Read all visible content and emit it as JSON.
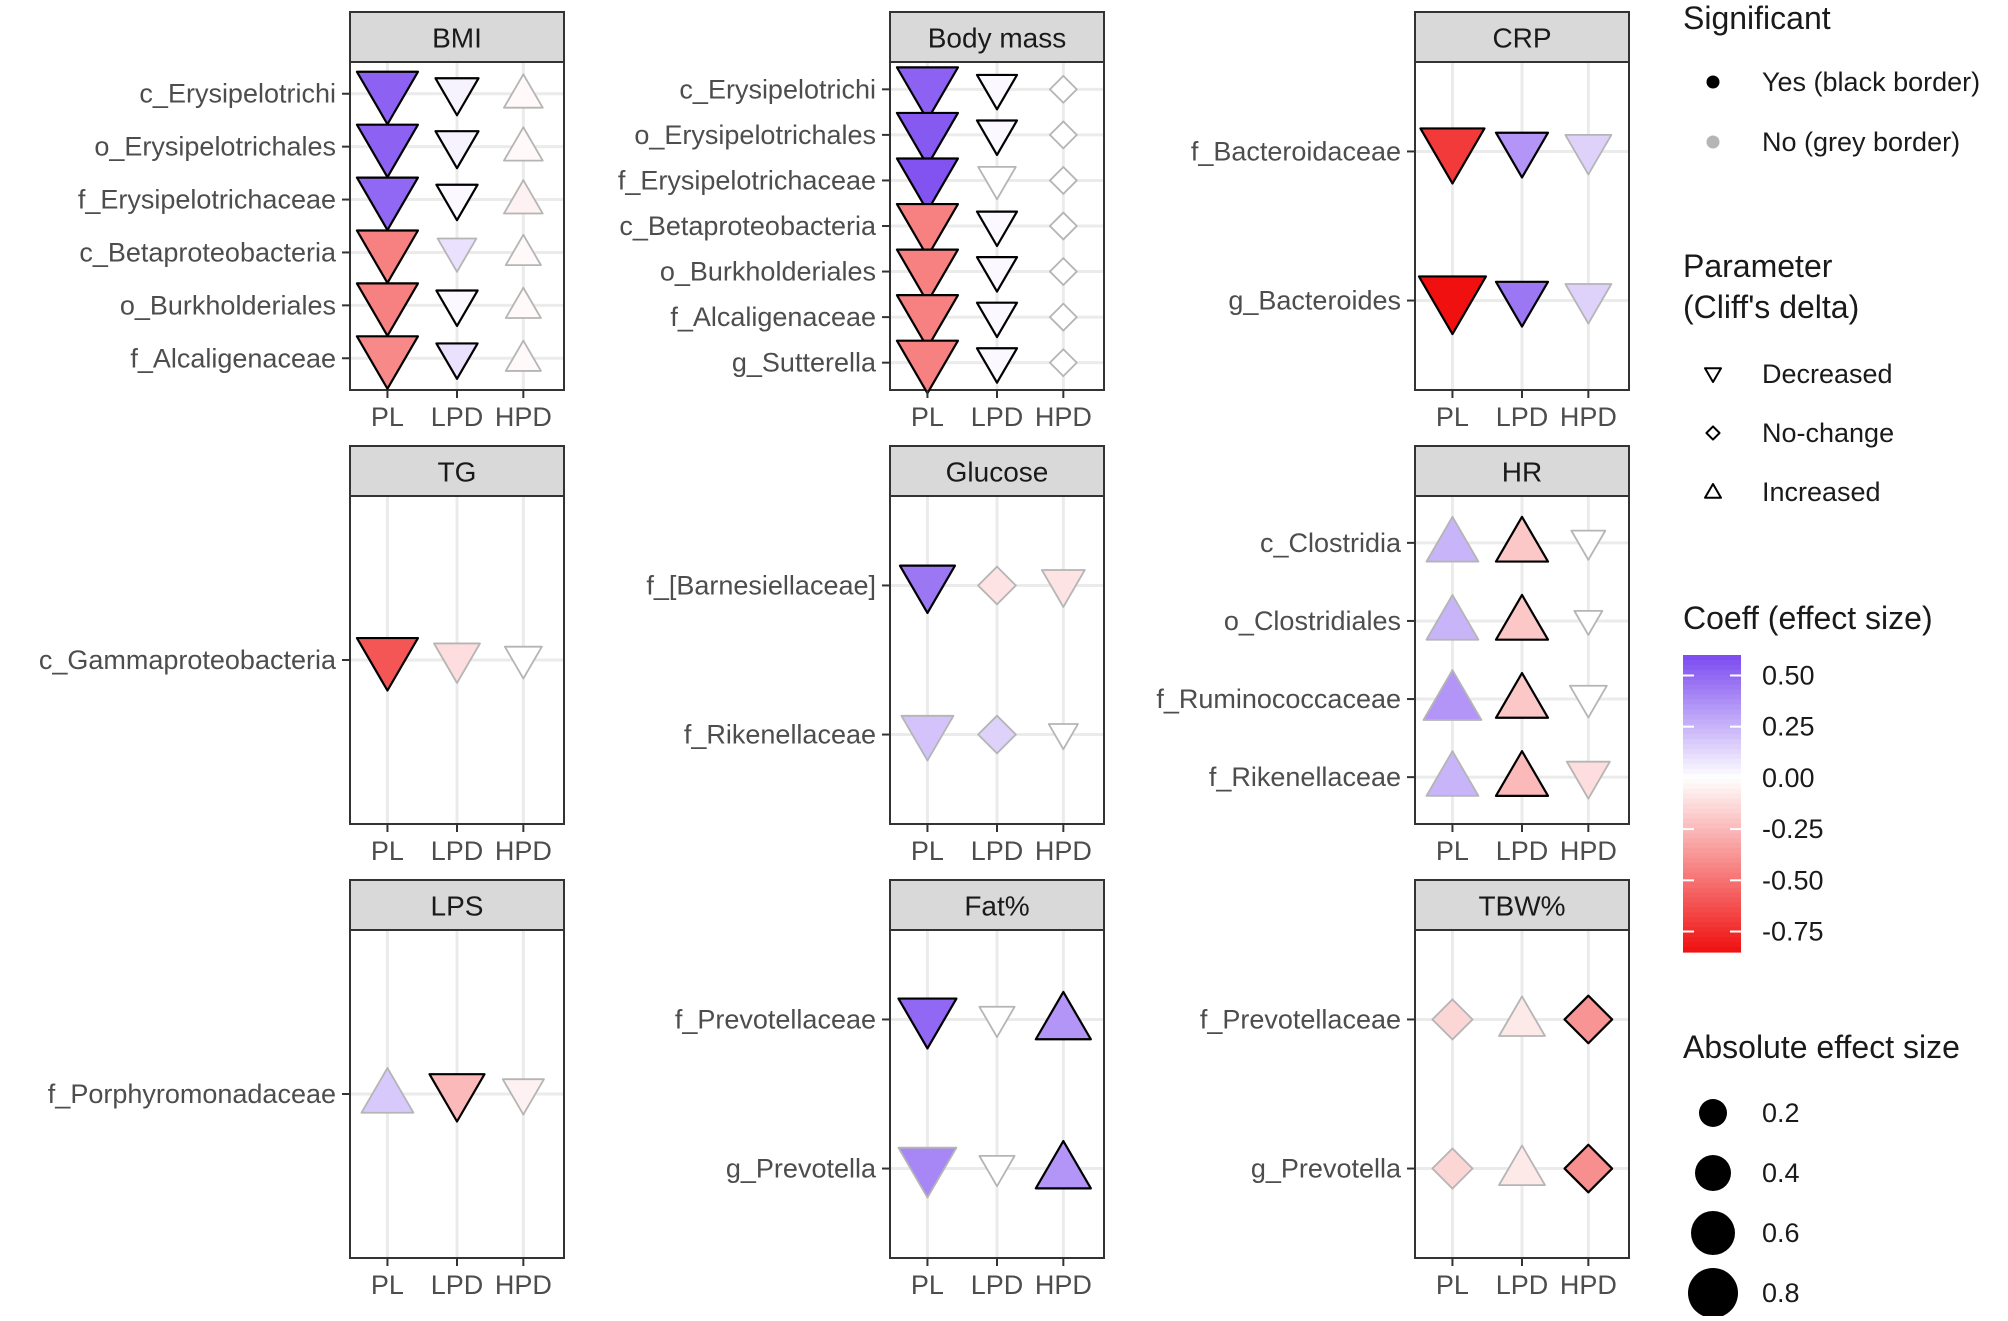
{
  "chart_data": {
    "type": "scatter",
    "encoding": {
      "shape": "direction",
      "fill": "coeff",
      "size": "abs_effect",
      "border": "significant"
    },
    "x_categories": [
      "PL",
      "LPD",
      "HPD"
    ],
    "facets": [
      {
        "title": "BMI",
        "rows": [
          {
            "label": "c_Erysipelotrichi",
            "points": [
              {
                "dir": "Decreased",
                "coeff": 0.52,
                "abs_effect": 0.75,
                "sig": true
              },
              {
                "dir": "Decreased",
                "coeff": 0.04,
                "abs_effect": 0.45,
                "sig": true
              },
              {
                "dir": "Increased",
                "coeff": -0.02,
                "abs_effect": 0.38,
                "sig": false
              }
            ]
          },
          {
            "label": "o_Erysipelotrichales",
            "points": [
              {
                "dir": "Decreased",
                "coeff": 0.52,
                "abs_effect": 0.75,
                "sig": true
              },
              {
                "dir": "Decreased",
                "coeff": 0.04,
                "abs_effect": 0.45,
                "sig": true
              },
              {
                "dir": "Increased",
                "coeff": -0.02,
                "abs_effect": 0.38,
                "sig": false
              }
            ]
          },
          {
            "label": "f_Erysipelotrichaceae",
            "points": [
              {
                "dir": "Decreased",
                "coeff": 0.5,
                "abs_effect": 0.75,
                "sig": true
              },
              {
                "dir": "Decreased",
                "coeff": 0.02,
                "abs_effect": 0.42,
                "sig": true
              },
              {
                "dir": "Increased",
                "coeff": -0.05,
                "abs_effect": 0.38,
                "sig": false
              }
            ]
          },
          {
            "label": "c_Betaproteobacteria",
            "points": [
              {
                "dir": "Decreased",
                "coeff": -0.45,
                "abs_effect": 0.75,
                "sig": true
              },
              {
                "dir": "Decreased",
                "coeff": 0.1,
                "abs_effect": 0.38,
                "sig": false
              },
              {
                "dir": "Increased",
                "coeff": -0.02,
                "abs_effect": 0.32,
                "sig": false
              }
            ]
          },
          {
            "label": "o_Burkholderiales",
            "points": [
              {
                "dir": "Decreased",
                "coeff": -0.45,
                "abs_effect": 0.75,
                "sig": true
              },
              {
                "dir": "Decreased",
                "coeff": 0.02,
                "abs_effect": 0.42,
                "sig": true
              },
              {
                "dir": "Increased",
                "coeff": -0.02,
                "abs_effect": 0.32,
                "sig": false
              }
            ]
          },
          {
            "label": "f_Alcaligenaceae",
            "points": [
              {
                "dir": "Decreased",
                "coeff": -0.42,
                "abs_effect": 0.75,
                "sig": true
              },
              {
                "dir": "Decreased",
                "coeff": 0.1,
                "abs_effect": 0.42,
                "sig": true
              },
              {
                "dir": "Increased",
                "coeff": -0.02,
                "abs_effect": 0.32,
                "sig": false
              }
            ]
          }
        ]
      },
      {
        "title": "Body mass",
        "rows": [
          {
            "label": "c_Erysipelotrichi",
            "points": [
              {
                "dir": "Decreased",
                "coeff": 0.52,
                "abs_effect": 0.75,
                "sig": true
              },
              {
                "dir": "Decreased",
                "coeff": 0.02,
                "abs_effect": 0.4,
                "sig": true
              },
              {
                "dir": "No-change",
                "coeff": 0.0,
                "abs_effect": 0.28,
                "sig": false
              }
            ]
          },
          {
            "label": "o_Erysipelotrichales",
            "points": [
              {
                "dir": "Decreased",
                "coeff": 0.55,
                "abs_effect": 0.75,
                "sig": true
              },
              {
                "dir": "Decreased",
                "coeff": 0.02,
                "abs_effect": 0.4,
                "sig": true
              },
              {
                "dir": "No-change",
                "coeff": 0.0,
                "abs_effect": 0.28,
                "sig": false
              }
            ]
          },
          {
            "label": "f_Erysipelotrichaceae",
            "points": [
              {
                "dir": "Decreased",
                "coeff": 0.57,
                "abs_effect": 0.75,
                "sig": true
              },
              {
                "dir": "Decreased",
                "coeff": 0.0,
                "abs_effect": 0.36,
                "sig": false
              },
              {
                "dir": "No-change",
                "coeff": 0.0,
                "abs_effect": 0.28,
                "sig": false
              }
            ]
          },
          {
            "label": "c_Betaproteobacteria",
            "points": [
              {
                "dir": "Decreased",
                "coeff": -0.45,
                "abs_effect": 0.75,
                "sig": true
              },
              {
                "dir": "Decreased",
                "coeff": 0.02,
                "abs_effect": 0.4,
                "sig": true
              },
              {
                "dir": "No-change",
                "coeff": 0.0,
                "abs_effect": 0.28,
                "sig": false
              }
            ]
          },
          {
            "label": "o_Burkholderiales",
            "points": [
              {
                "dir": "Decreased",
                "coeff": -0.45,
                "abs_effect": 0.75,
                "sig": true
              },
              {
                "dir": "Decreased",
                "coeff": 0.02,
                "abs_effect": 0.4,
                "sig": true
              },
              {
                "dir": "No-change",
                "coeff": 0.0,
                "abs_effect": 0.28,
                "sig": false
              }
            ]
          },
          {
            "label": "f_Alcaligenaceae",
            "points": [
              {
                "dir": "Decreased",
                "coeff": -0.45,
                "abs_effect": 0.75,
                "sig": true
              },
              {
                "dir": "Decreased",
                "coeff": 0.02,
                "abs_effect": 0.4,
                "sig": true
              },
              {
                "dir": "No-change",
                "coeff": 0.0,
                "abs_effect": 0.28,
                "sig": false
              }
            ]
          },
          {
            "label": "g_Sutterella",
            "points": [
              {
                "dir": "Decreased",
                "coeff": -0.45,
                "abs_effect": 0.75,
                "sig": true
              },
              {
                "dir": "Decreased",
                "coeff": 0.02,
                "abs_effect": 0.4,
                "sig": true
              },
              {
                "dir": "No-change",
                "coeff": 0.0,
                "abs_effect": 0.28,
                "sig": false
              }
            ]
          }
        ]
      },
      {
        "title": "CRP",
        "rows": [
          {
            "label": "f_Bacteroidaceae",
            "points": [
              {
                "dir": "Decreased",
                "coeff": -0.7,
                "abs_effect": 0.8,
                "sig": true
              },
              {
                "dir": "Decreased",
                "coeff": 0.35,
                "abs_effect": 0.6,
                "sig": true
              },
              {
                "dir": "Decreased",
                "coeff": 0.15,
                "abs_effect": 0.5,
                "sig": false
              }
            ]
          },
          {
            "label": "g_Bacteroides",
            "points": [
              {
                "dir": "Decreased",
                "coeff": -0.85,
                "abs_effect": 0.85,
                "sig": true
              },
              {
                "dir": "Decreased",
                "coeff": 0.45,
                "abs_effect": 0.6,
                "sig": true
              },
              {
                "dir": "Decreased",
                "coeff": 0.15,
                "abs_effect": 0.5,
                "sig": false
              }
            ]
          }
        ]
      },
      {
        "title": "TG",
        "rows": [
          {
            "label": "c_Gammaproteobacteria",
            "points": [
              {
                "dir": "Decreased",
                "coeff": -0.6,
                "abs_effect": 0.75,
                "sig": true
              },
              {
                "dir": "Decreased",
                "coeff": -0.12,
                "abs_effect": 0.5,
                "sig": false
              },
              {
                "dir": "Decreased",
                "coeff": 0.0,
                "abs_effect": 0.35,
                "sig": false
              }
            ]
          }
        ]
      },
      {
        "title": "Glucose",
        "rows": [
          {
            "label": "f_[Barnesiellaceae]",
            "points": [
              {
                "dir": "Decreased",
                "coeff": 0.45,
                "abs_effect": 0.65,
                "sig": true
              },
              {
                "dir": "No-change",
                "coeff": -0.1,
                "abs_effect": 0.5,
                "sig": false
              },
              {
                "dir": "Decreased",
                "coeff": -0.1,
                "abs_effect": 0.45,
                "sig": false
              }
            ]
          },
          {
            "label": "f_Rikenellaceae",
            "points": [
              {
                "dir": "Decreased",
                "coeff": 0.2,
                "abs_effect": 0.6,
                "sig": false
              },
              {
                "dir": "No-change",
                "coeff": 0.15,
                "abs_effect": 0.5,
                "sig": false
              },
              {
                "dir": "Decreased",
                "coeff": 0.0,
                "abs_effect": 0.22,
                "sig": false
              }
            ]
          }
        ]
      },
      {
        "title": "HR",
        "rows": [
          {
            "label": "c_Clostridia",
            "points": [
              {
                "dir": "Increased",
                "coeff": 0.25,
                "abs_effect": 0.6,
                "sig": false
              },
              {
                "dir": "Increased",
                "coeff": -0.2,
                "abs_effect": 0.6,
                "sig": true
              },
              {
                "dir": "Decreased",
                "coeff": 0.0,
                "abs_effect": 0.3,
                "sig": false
              }
            ]
          },
          {
            "label": "o_Clostridiales",
            "points": [
              {
                "dir": "Increased",
                "coeff": 0.25,
                "abs_effect": 0.6,
                "sig": false
              },
              {
                "dir": "Increased",
                "coeff": -0.2,
                "abs_effect": 0.6,
                "sig": true
              },
              {
                "dir": "Decreased",
                "coeff": 0.0,
                "abs_effect": 0.2,
                "sig": false
              }
            ]
          },
          {
            "label": "f_Ruminococcaceae",
            "points": [
              {
                "dir": "Increased",
                "coeff": 0.35,
                "abs_effect": 0.7,
                "sig": false
              },
              {
                "dir": "Increased",
                "coeff": -0.2,
                "abs_effect": 0.6,
                "sig": true
              },
              {
                "dir": "Decreased",
                "coeff": 0.0,
                "abs_effect": 0.35,
                "sig": false
              }
            ]
          },
          {
            "label": "f_Rikenellaceae",
            "points": [
              {
                "dir": "Increased",
                "coeff": 0.25,
                "abs_effect": 0.6,
                "sig": false
              },
              {
                "dir": "Increased",
                "coeff": -0.25,
                "abs_effect": 0.6,
                "sig": true
              },
              {
                "dir": "Decreased",
                "coeff": -0.12,
                "abs_effect": 0.45,
                "sig": false
              }
            ]
          }
        ]
      },
      {
        "title": "LPS",
        "rows": [
          {
            "label": "f_Porphyromonadaceae",
            "points": [
              {
                "dir": "Increased",
                "coeff": 0.18,
                "abs_effect": 0.6,
                "sig": false
              },
              {
                "dir": "Decreased",
                "coeff": -0.25,
                "abs_effect": 0.65,
                "sig": true
              },
              {
                "dir": "Decreased",
                "coeff": -0.05,
                "abs_effect": 0.42,
                "sig": false
              }
            ]
          }
        ]
      },
      {
        "title": "Fat%",
        "rows": [
          {
            "label": "f_Prevotellaceae",
            "points": [
              {
                "dir": "Decreased",
                "coeff": 0.5,
                "abs_effect": 0.7,
                "sig": true
              },
              {
                "dir": "Decreased",
                "coeff": 0.0,
                "abs_effect": 0.32,
                "sig": false
              },
              {
                "dir": "Increased",
                "coeff": 0.35,
                "abs_effect": 0.65,
                "sig": true
              }
            ]
          },
          {
            "label": "g_Prevotella",
            "points": [
              {
                "dir": "Decreased",
                "coeff": 0.4,
                "abs_effect": 0.7,
                "sig": false
              },
              {
                "dir": "Decreased",
                "coeff": 0.0,
                "abs_effect": 0.32,
                "sig": false
              },
              {
                "dir": "Increased",
                "coeff": 0.35,
                "abs_effect": 0.65,
                "sig": true
              }
            ]
          }
        ]
      },
      {
        "title": "TBW%",
        "rows": [
          {
            "label": "f_Prevotellaceae",
            "points": [
              {
                "dir": "No-change",
                "coeff": -0.15,
                "abs_effect": 0.55,
                "sig": false
              },
              {
                "dir": "Increased",
                "coeff": -0.08,
                "abs_effect": 0.5,
                "sig": false
              },
              {
                "dir": "No-change",
                "coeff": -0.38,
                "abs_effect": 0.7,
                "sig": true
              }
            ]
          },
          {
            "label": "g_Prevotella",
            "points": [
              {
                "dir": "No-change",
                "coeff": -0.15,
                "abs_effect": 0.55,
                "sig": false
              },
              {
                "dir": "Increased",
                "coeff": -0.08,
                "abs_effect": 0.5,
                "sig": false
              },
              {
                "dir": "No-change",
                "coeff": -0.4,
                "abs_effect": 0.7,
                "sig": true
              }
            ]
          }
        ]
      }
    ],
    "legend": {
      "significant": {
        "title": "Significant",
        "items": [
          "Yes (black border)",
          "No (grey border)"
        ]
      },
      "parameter": {
        "title_lines": [
          "Parameter",
          "(Cliff's delta)"
        ],
        "items": [
          "Decreased",
          "No-change",
          "Increased"
        ]
      },
      "coeff": {
        "title": "Coeff (effect size)",
        "ticks": [
          "0.50",
          "0.25",
          "0.00",
          "-0.25",
          "-0.50",
          "-0.75"
        ],
        "tick_values": [
          0.5,
          0.25,
          0.0,
          -0.25,
          -0.5,
          -0.75
        ],
        "range": [
          -0.85,
          0.6
        ]
      },
      "size": {
        "title": "Absolute effect size",
        "ticks": [
          "0.2",
          "0.4",
          "0.6",
          "0.8"
        ],
        "tick_values": [
          0.2,
          0.4,
          0.6,
          0.8
        ]
      }
    },
    "colors": {
      "positive": "#7b4af0",
      "zero": "#ffffff",
      "negative": "#f01010",
      "strip": "#d9d9d9",
      "grid": "#ebebeb"
    }
  }
}
